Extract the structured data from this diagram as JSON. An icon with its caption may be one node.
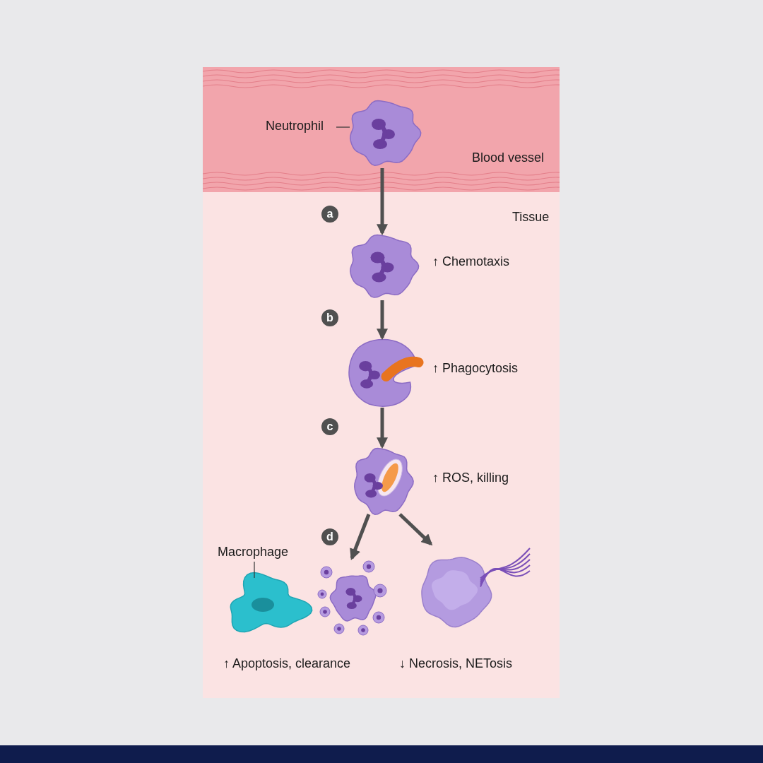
{
  "diagram": {
    "nodes": [
      {
        "text": [
          "Blood vessel"
        ]
      },
      {
        "text": [
          "Neutrophil"
        ],
        "in": 0
      },
      {
        "text": [],
        "shape": "picture",
        "in": 0
      },
      {
        "text": [
          "Tissue"
        ]
      },
      {
        "text": [],
        "shape": "picture",
        "in": 3,
        "beside": [
          "↑ Chemotaxis"
        ]
      },
      {
        "text": [],
        "shape": "picture",
        "in": 3,
        "beside": [
          "↑ Phagocytosis"
        ]
      },
      {
        "text": [],
        "shape": "picture",
        "in": 3,
        "beside": [
          "↑ ROS, killing"
        ]
      },
      {
        "text": [
          "Macrophage"
        ],
        "in": 3
      },
      {
        "text": [],
        "shape": "picture",
        "in": 3
      },
      {
        "text": [],
        "shape": "picture",
        "in": 3,
        "beside": [
          "↑ Apoptosis, clearance"
        ]
      },
      {
        "text": [],
        "shape": "picture",
        "in": 3,
        "beside": [
          "↓ Necrosis, NETosis"
        ]
      }
    ],
    "edges": [
      {
        "from": 1,
        "to": 2,
        "arrow": "none"
      },
      {
        "from": 2,
        "to": 4,
        "arrow": "to"
      },
      {
        "from": 4,
        "to": 5,
        "arrow": "to"
      },
      {
        "from": 5,
        "to": 6,
        "arrow": "to"
      },
      {
        "from": 6,
        "to": 9,
        "arrow": "to"
      },
      {
        "from": 6,
        "to": 10,
        "arrow": "to"
      },
      {
        "from": 7,
        "to": 8,
        "arrow": "none"
      }
    ],
    "labels": [
      "a",
      "b",
      "c",
      "d"
    ]
  }
}
